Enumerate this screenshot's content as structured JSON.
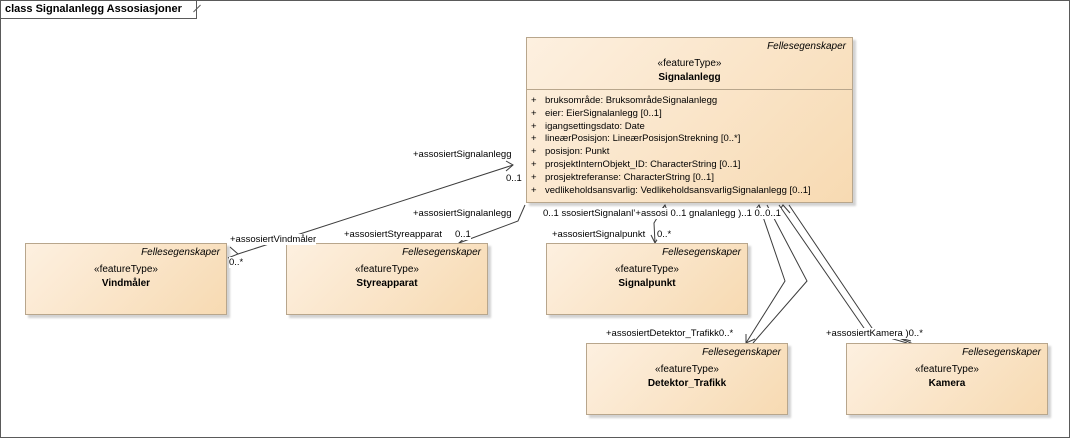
{
  "diagram": {
    "title": "class Signalanlegg Assosiasjoner"
  },
  "classes": {
    "signalanlegg": {
      "tagged": "Fellesegenskaper",
      "stereotype": "«featureType»",
      "name": "Signalanlegg",
      "attributes": [
        {
          "vis": "+",
          "text": "bruksområde: BruksområdeSignalanlegg"
        },
        {
          "vis": "+",
          "text": "eier: EierSignalanlegg [0..1]"
        },
        {
          "vis": "+",
          "text": "igangsettingsdato: Date"
        },
        {
          "vis": "+",
          "text": "lineærPosisjon: LineærPosisjonStrekning [0..*]"
        },
        {
          "vis": "+",
          "text": "posisjon: Punkt"
        },
        {
          "vis": "+",
          "text": "prosjektInternObjekt_ID: CharacterString [0..1]"
        },
        {
          "vis": "+",
          "text": "prosjektreferanse: CharacterString [0..1]"
        },
        {
          "vis": "+",
          "text": "vedlikeholdsansvarlig: VedlikeholdsansvarligSignalanlegg [0..1]"
        }
      ]
    },
    "vindmaler": {
      "tagged": "Fellesegenskaper",
      "stereotype": "«featureType»",
      "name": "Vindmåler"
    },
    "styreapparat": {
      "tagged": "Fellesegenskaper",
      "stereotype": "«featureType»",
      "name": "Styreapparat"
    },
    "signalpunkt": {
      "tagged": "Fellesegenskaper",
      "stereotype": "«featureType»",
      "name": "Signalpunkt"
    },
    "detektor": {
      "tagged": "Fellesegenskaper",
      "stereotype": "«featureType»",
      "name": "Detektor_Trafikk"
    },
    "kamera": {
      "tagged": "Fellesegenskaper",
      "stereotype": "«featureType»",
      "name": "Kamera"
    }
  },
  "labels": {
    "vind_role_top": "+assosiertSignalanlegg",
    "vind_mult_top": "0..1",
    "vind_role_bottom": "+assosiertVindmåler",
    "vind_mult_bottom": "0..*",
    "styre_role_top": "+assosiertSignalanlegg",
    "styre_role_bottom": "+assosiertStyreapparat",
    "styre_mult_bottom": "0..1",
    "mid_row": "0..1 ssosiertSignalanl’+assosi 0..1 gnalanlegg )..1 0..0..1",
    "signalpunkt_role": "+assosiertSignalpunkt",
    "signalpunkt_mult": "0..*",
    "detektor_role": "+assosiertDetektor_Trafikk0..*",
    "kamera_role": "+assosiertKamera )0..*"
  }
}
